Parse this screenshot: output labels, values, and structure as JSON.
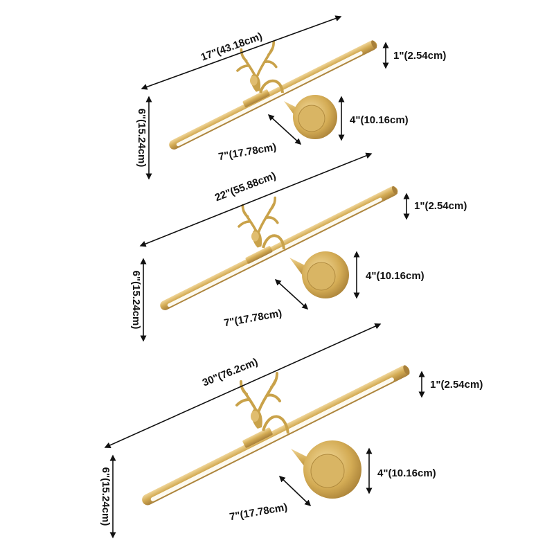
{
  "colors": {
    "brass": "#d4ac55",
    "brass_dark": "#a8803a",
    "brass_light": "#f0d69a",
    "diffuser": "#fdfaf0",
    "ink": "#111111"
  },
  "icons": [
    "antler-icon",
    "lamp-bar",
    "wall-mount-icon"
  ],
  "fixtures": [
    {
      "name": "fixture-17in",
      "width_label": "17\"(43.18cm)",
      "height_label": "6\"(15.24cm)",
      "tube_label": "1\"(2.54cm)",
      "base_label": "4\"(10.16cm)",
      "arm_label": "7\"(17.78cm)"
    },
    {
      "name": "fixture-22in",
      "width_label": "22\"(55.88cm)",
      "height_label": "6\"(15.24cm)",
      "tube_label": "1\"(2.54cm)",
      "base_label": "4\"(10.16cm)",
      "arm_label": "7\"(17.78cm)"
    },
    {
      "name": "fixture-30in",
      "width_label": "30\"(76.2cm)",
      "height_label": "6\"(15.24cm)",
      "tube_label": "1\"(2.54cm)",
      "base_label": "4\"(10.16cm)",
      "arm_label": "7\"(17.78cm)"
    }
  ]
}
